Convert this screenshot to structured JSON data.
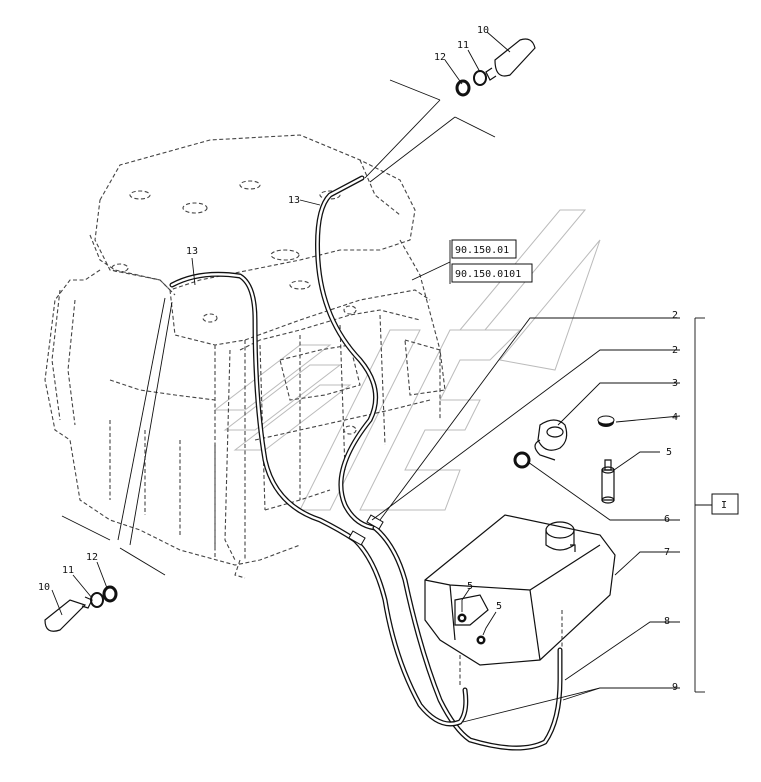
{
  "references": [
    "90.150.01",
    "90.150.0101"
  ],
  "callouts": {
    "c2a": "2",
    "c2b": "2",
    "c3": "3",
    "c4": "4",
    "c5a": "5",
    "c5b": "5",
    "c5c": "5",
    "c6": "6",
    "c7": "7",
    "c8": "8",
    "c9": "9",
    "c10a": "10",
    "c10b": "10",
    "c11a": "11",
    "c11b": "11",
    "c12a": "12",
    "c12b": "12",
    "c13a": "13",
    "c13b": "13"
  },
  "kit_label": "I"
}
